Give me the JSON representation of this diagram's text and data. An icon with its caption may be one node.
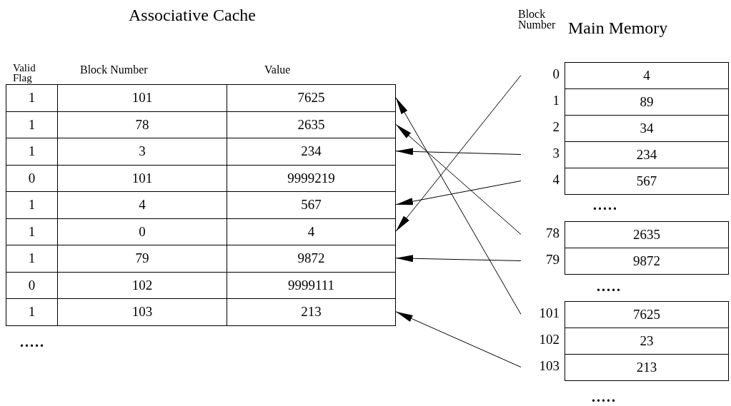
{
  "diagram": {
    "nodes": [
      {
        "text": [
          "1",
          "101",
          "7625"
        ]
      },
      {
        "text": [
          "1",
          "78",
          "2635"
        ]
      },
      {
        "text": [
          "1",
          "3",
          "234"
        ]
      },
      {
        "text": [
          "0",
          "101",
          "9999219"
        ]
      },
      {
        "text": [
          "1",
          "4",
          "567"
        ]
      },
      {
        "text": [
          "1",
          "0",
          "4"
        ]
      },
      {
        "text": [
          "1",
          "79",
          "9872"
        ]
      },
      {
        "text": [
          "0",
          "102",
          "9999111"
        ]
      },
      {
        "text": [
          "1",
          "103",
          "213"
        ]
      },
      {
        "text": [
          "4"
        ],
        "beside": [
          "0"
        ]
      },
      {
        "text": [
          "89"
        ],
        "beside": [
          "1"
        ]
      },
      {
        "text": [
          "34"
        ],
        "beside": [
          "2"
        ]
      },
      {
        "text": [
          "234"
        ],
        "beside": [
          "3"
        ]
      },
      {
        "text": [
          "567"
        ],
        "beside": [
          "4"
        ]
      },
      {
        "text": [
          "2635"
        ],
        "beside": [
          "78"
        ]
      },
      {
        "text": [
          "9872"
        ],
        "beside": [
          "79"
        ]
      },
      {
        "text": [
          "7625"
        ],
        "beside": [
          "101"
        ]
      },
      {
        "text": [
          "23"
        ],
        "beside": [
          "102"
        ]
      },
      {
        "text": [
          "213"
        ],
        "beside": [
          "103"
        ]
      }
    ],
    "edges": [
      {
        "from": 9,
        "to": 5,
        "arrow": "to"
      },
      {
        "from": 12,
        "to": 2,
        "arrow": "to"
      },
      {
        "from": 13,
        "to": 4,
        "arrow": "to"
      },
      {
        "from": 14,
        "to": 1,
        "arrow": "to"
      },
      {
        "from": 15,
        "to": 6,
        "arrow": "to"
      },
      {
        "from": 16,
        "to": 0,
        "arrow": "to"
      },
      {
        "from": 18,
        "to": 8,
        "arrow": "to"
      }
    ],
    "labels": [
      "Associative Cache",
      "Valid Flag",
      "Block Number",
      "Value",
      ".....",
      "Block Number",
      "Main Memory",
      ".....",
      ".....",
      "....."
    ]
  }
}
